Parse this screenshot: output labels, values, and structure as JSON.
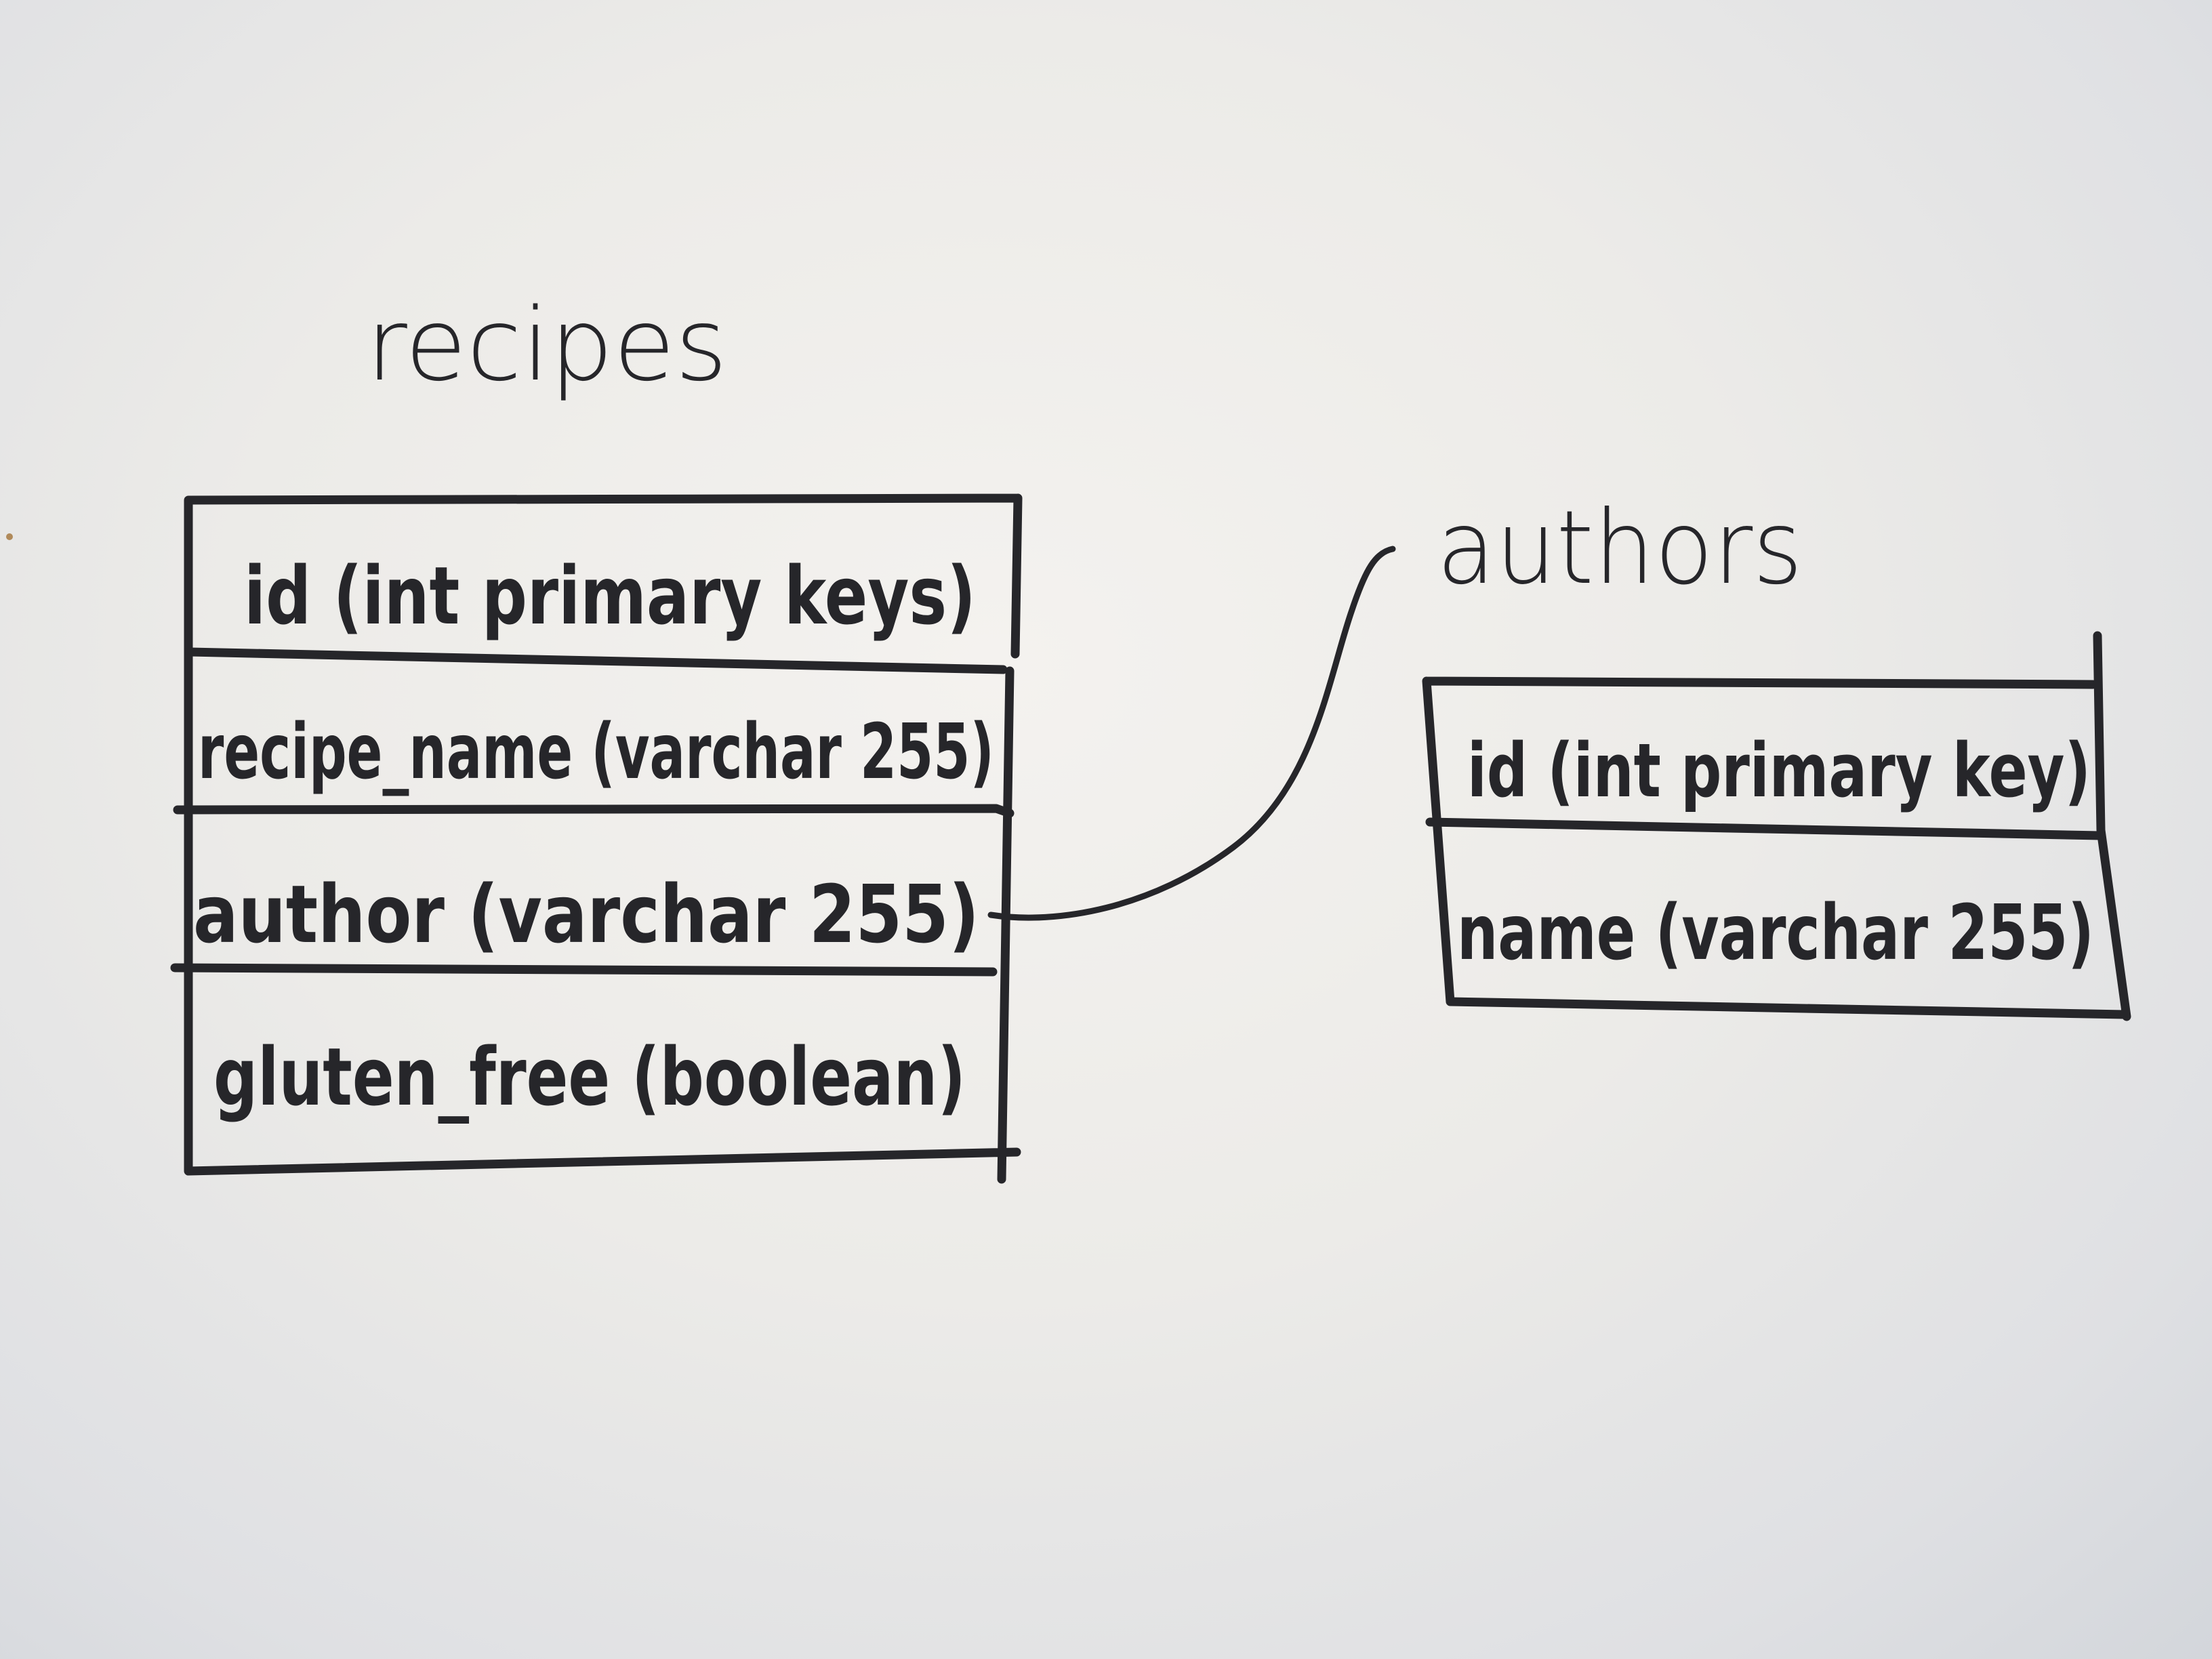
{
  "tables": [
    {
      "name": "recipes",
      "columns": [
        "id (int primary keys)",
        "recipe_name (varchar 255)",
        "author (varchar 255)",
        "gluten_free (boolean)"
      ]
    },
    {
      "name": "authors",
      "columns": [
        "id (int primary key)",
        "name (varchar 255)"
      ]
    }
  ],
  "relationship": {
    "from": "recipes.author",
    "to": "authors"
  },
  "colors": {
    "ink": "#26262a",
    "paper": "#ecebe8"
  }
}
